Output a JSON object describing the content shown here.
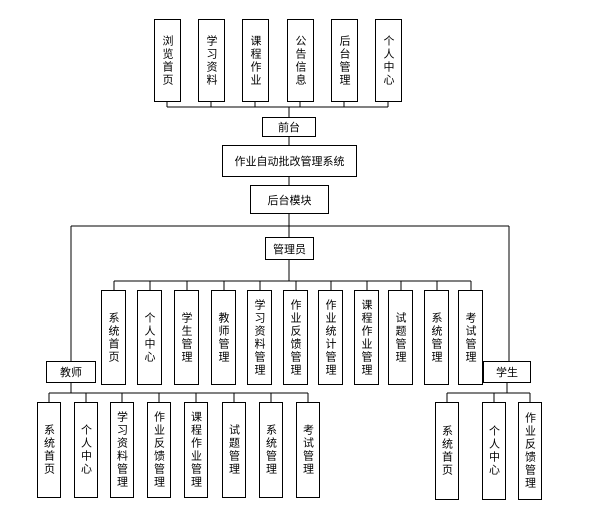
{
  "frontend": {
    "pages": [
      "浏览首页",
      "学习资料",
      "课程作业",
      "公告信息",
      "后台管理",
      "个人中心"
    ],
    "label": "前台"
  },
  "system": "作业自动批改管理系统",
  "backend": "后台模块",
  "admin": {
    "label": "管理员",
    "modules": [
      "系统首页",
      "个人中心",
      "学生管理",
      "教师管理",
      "学习资料管理",
      "作业反馈管理",
      "作业统计管理",
      "课程作业管理",
      "试题管理",
      "系统管理",
      "考试管理"
    ]
  },
  "teacher": {
    "label": "教师",
    "modules": [
      "系统首页",
      "个人中心",
      "学习资料管理",
      "作业反馈管理",
      "课程作业管理",
      "试题管理",
      "系统管理",
      "考试管理"
    ]
  },
  "student": {
    "label": "学生",
    "modules": [
      "系统首页",
      "个人中心",
      "作业反馈管理"
    ]
  }
}
